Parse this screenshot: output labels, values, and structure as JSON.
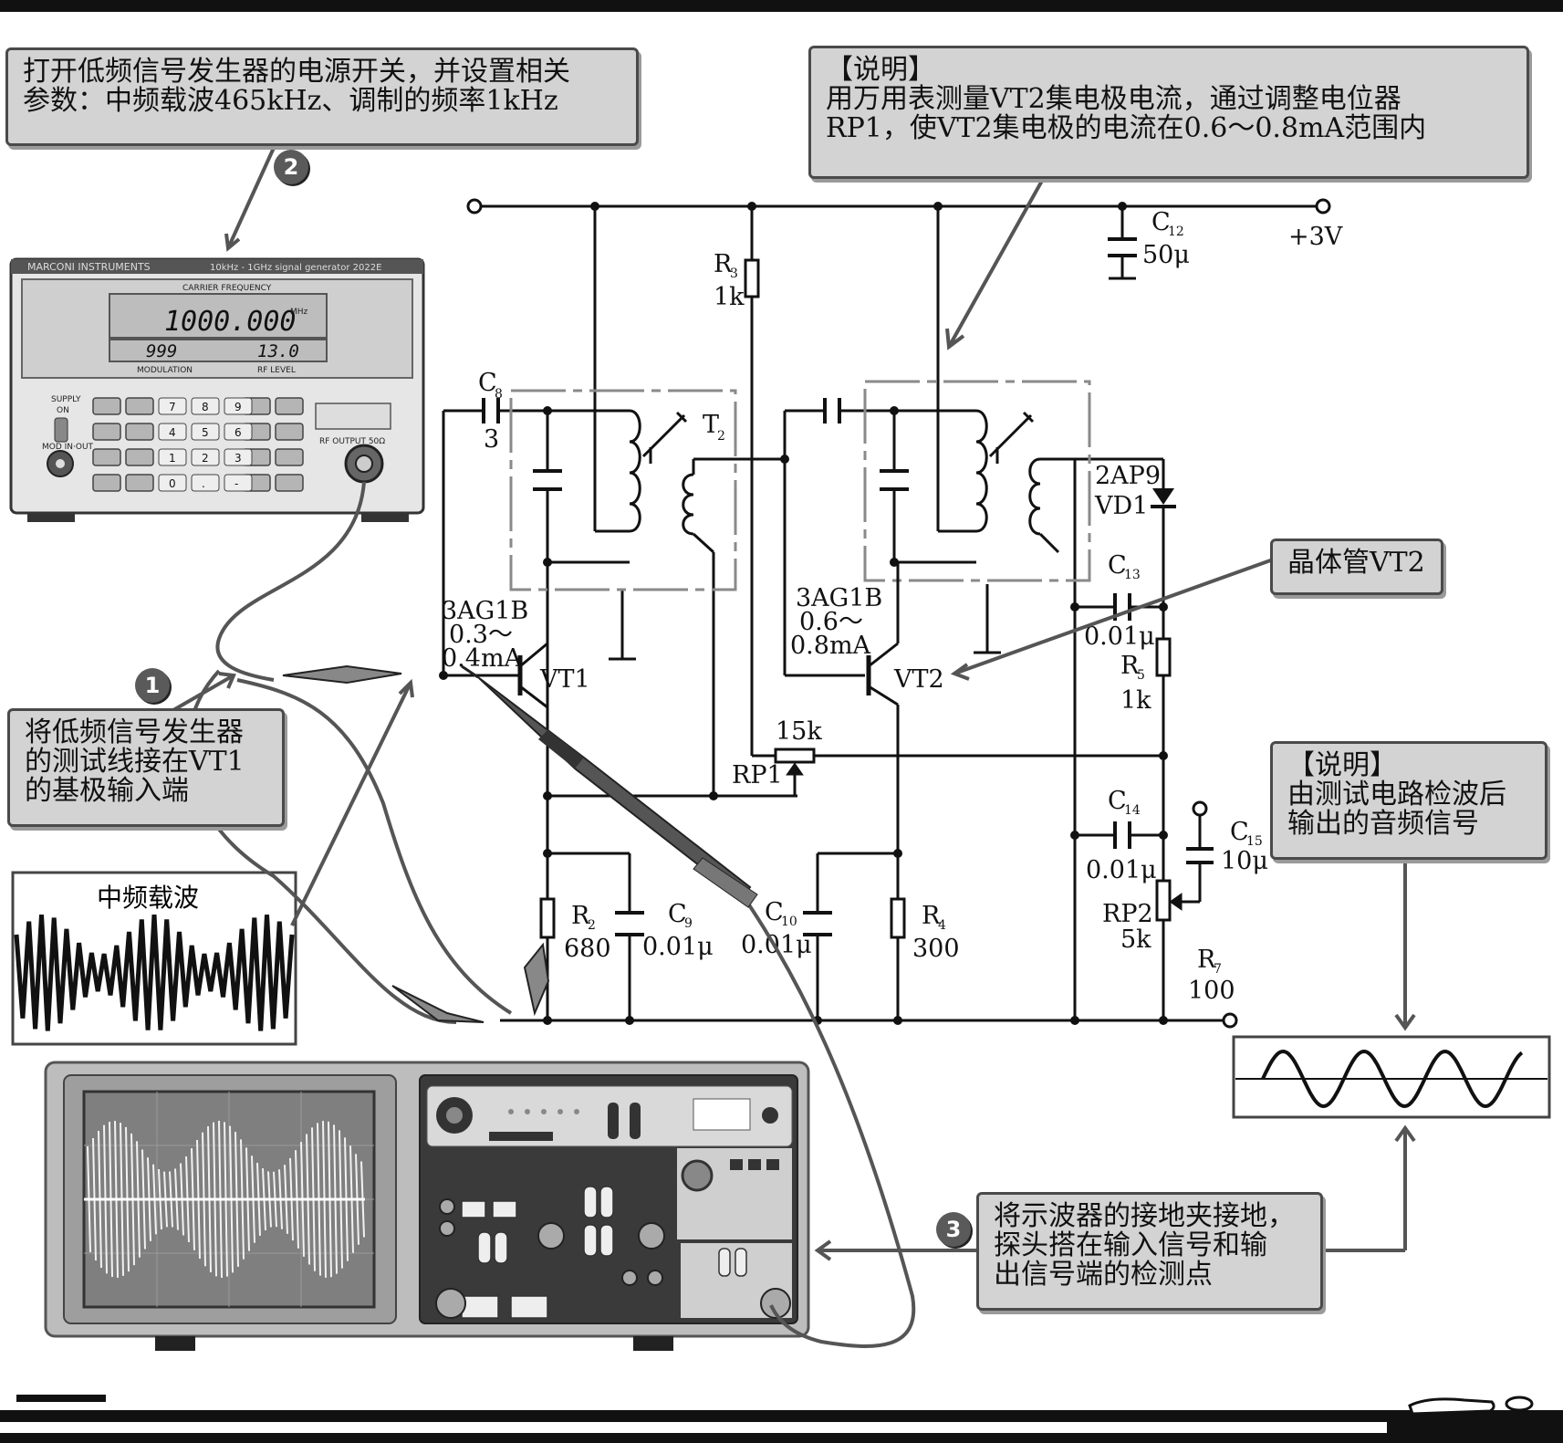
{
  "callouts": {
    "step2": {
      "lines": [
        "打开低频信号发生器的电源开关，并设置相关",
        "参数：中频载波465kHz、调制的频率1kHz"
      ]
    },
    "note_top": {
      "lines": [
        "【说明】",
        "用万用表测量VT2集电极电流，通过调整电位器",
        "RP1，使VT2集电极的电流在0.6～0.8mA范围内"
      ]
    },
    "step1": {
      "lines": [
        "将低频信号发生器",
        "的测试线接在VT1",
        "的基极输入端"
      ]
    },
    "transistor_vt2": {
      "text": "晶体管VT2"
    },
    "note_right": {
      "lines": [
        "【说明】",
        "由测试电路检波后",
        "输出的音频信号"
      ]
    },
    "step3": {
      "lines": [
        "将示波器的接地夹接地，",
        "探头搭在输入信号和输",
        "出信号端的检测点"
      ]
    },
    "carrier_wave": {
      "title": "中频载波"
    }
  },
  "badges": {
    "b1": "1",
    "b2": "2",
    "b3": "3"
  },
  "generator": {
    "brand": "MARCONI INSTRUMENTS",
    "model": "10kHz - 1GHz signal generator 2022E",
    "carrier_label": "CARRIER FREQUENCY",
    "freq_display": "1000.000",
    "freq_unit": "MHz",
    "mod_display": "999",
    "level_display": "13.0",
    "modulation_label": "MODULATION",
    "rf_level_label": "RF LEVEL",
    "supply_label": "SUPPLY",
    "on_label": "ON",
    "mod_in_out_label": "MOD IN·OUT",
    "rf_output_label": "RF OUTPUT 50Ω",
    "keys": [
      "7",
      "8",
      "9",
      "4",
      "5",
      "6",
      "1",
      "2",
      "3",
      "0",
      ".",
      "-"
    ]
  },
  "circuit": {
    "supply": "+3V",
    "c12": "C",
    "c12_sub": "12",
    "c12_val": "50μ",
    "r3": "R",
    "r3_sub": "3",
    "r3_val": "1k",
    "c8": "C",
    "c8_sub": "8",
    "c8_val": "3",
    "t2": "T",
    "t2_sub": "2",
    "vt1_type": "3AG1B",
    "vt1_current1": "0.3～",
    "vt1_current2": "0.4mA",
    "vt1": "VT1",
    "vt2_type": "3AG1B",
    "vt2_current1": "0.6～",
    "vt2_current2": "0.8mA",
    "vt2": "VT2",
    "vd1_type": "2AP9",
    "vd1": "VD1",
    "c13": "C",
    "c13_sub": "13",
    "c13_val": "0.01μ",
    "r5": "R",
    "r5_sub": "5",
    "r5_val": "1k",
    "rp1_val": "15k",
    "rp1": "RP1",
    "c14": "C",
    "c14_sub": "14",
    "c14_val": "0.01μ",
    "c15": "C",
    "c15_sub": "15",
    "c15_val": "10μ",
    "rp2": "RP2",
    "rp2_val": "5k",
    "r7": "R",
    "r7_sub": "7",
    "r7_val": "100",
    "r2": "R",
    "r2_sub": "2",
    "r2_val": "680",
    "c9": "C",
    "c9_sub": "9",
    "c9_val": "0.01μ",
    "c10": "C",
    "c10_sub": "10",
    "c10_val": "0.01μ",
    "r4": "R",
    "r4_sub": "4",
    "r4_val": "300"
  },
  "colors": {
    "callout_bg": "#d3d3d3",
    "callout_border": "#4a4a4a",
    "badge": "#5a5a5a",
    "wire": "#111111",
    "probe": "#666666"
  }
}
